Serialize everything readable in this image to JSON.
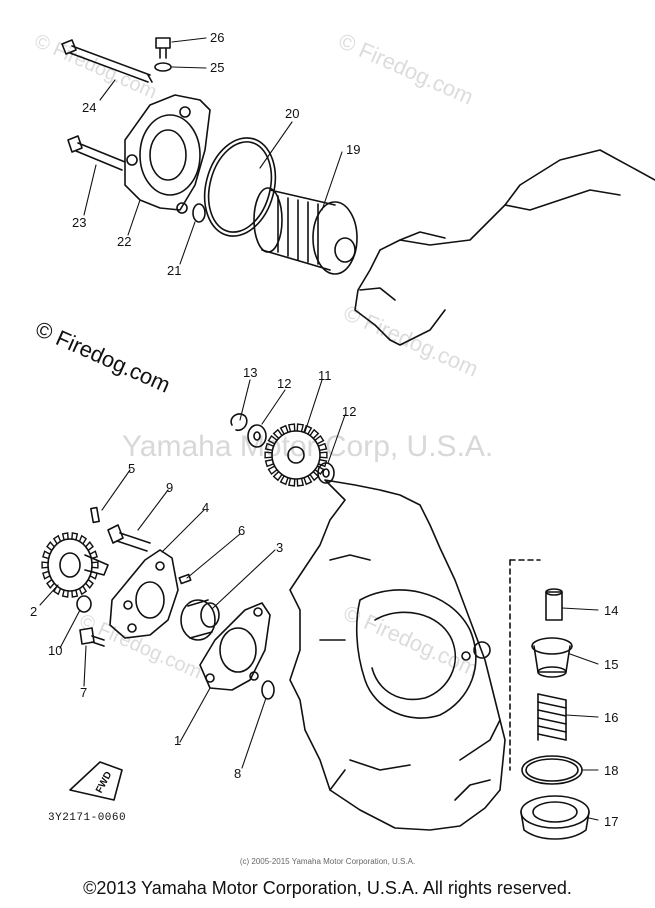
{
  "watermarks": {
    "site_logo": "© Firedog.com",
    "corner_text": "© Firedog.com",
    "center_text": "Yamaha Motor Corp, U.S.A."
  },
  "diagram": {
    "part_code": "3Y2171-0060",
    "fwd_label": "FWD",
    "callouts": [
      "26",
      "25",
      "24",
      "20",
      "19",
      "23",
      "22",
      "21",
      "13",
      "12",
      "11",
      "12",
      "5",
      "9",
      "4",
      "6",
      "3",
      "2",
      "10",
      "7",
      "1",
      "8",
      "14",
      "15",
      "16",
      "18",
      "17"
    ]
  },
  "footer": {
    "small_copyright": "(c) 2005-2015 Yamaha Motor Corporation, U.S.A.",
    "copyright": "©2013 Yamaha Motor Corporation, U.S.A. All rights reserved."
  }
}
